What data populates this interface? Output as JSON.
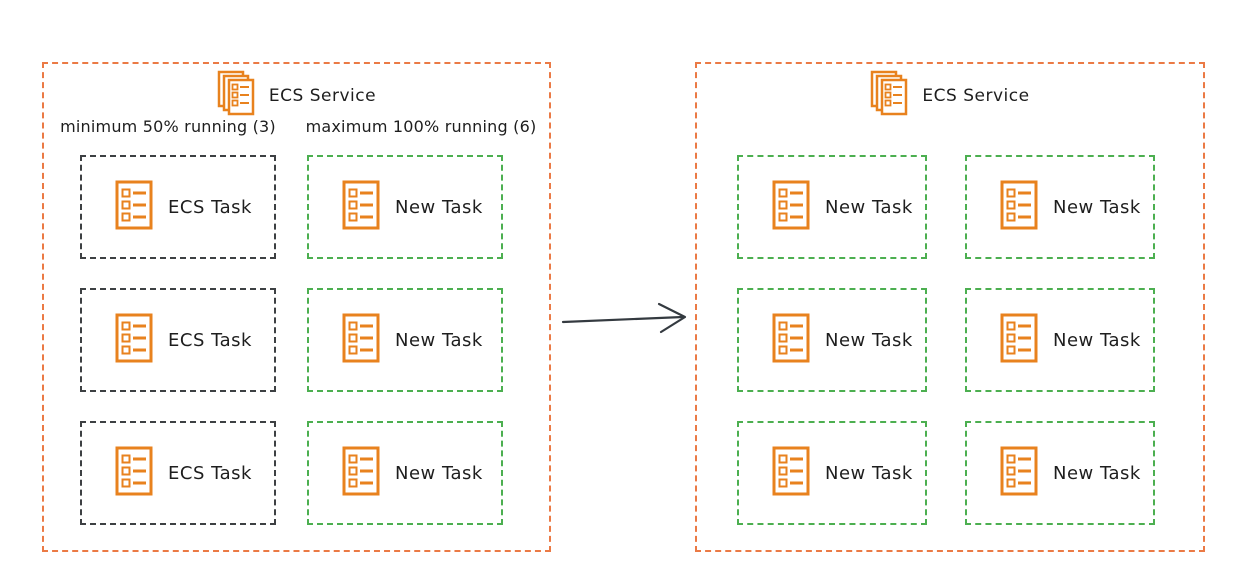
{
  "colors": {
    "container_border": "#EB7A45",
    "icon_orange": "#E8821E",
    "new_border": "#4CAF50",
    "old_border": "#3D4043",
    "text_color": "#1E1E1E",
    "arrow_color": "#343A40"
  },
  "before": {
    "title": "ECS Service",
    "columns": [
      {
        "label": "minimum 50% running (3)",
        "style": "old",
        "tasks": [
          "ECS Task",
          "ECS Task",
          "ECS Task"
        ]
      },
      {
        "label": "maximum 100% running (6)",
        "style": "new",
        "tasks": [
          "New Task",
          "New Task",
          "New Task"
        ]
      }
    ]
  },
  "after": {
    "title": "ECS Service",
    "columns": [
      {
        "style": "new",
        "tasks": [
          "New Task",
          "New Task",
          "New Task"
        ]
      },
      {
        "style": "new",
        "tasks": [
          "New Task",
          "New Task",
          "New Task"
        ]
      }
    ]
  }
}
